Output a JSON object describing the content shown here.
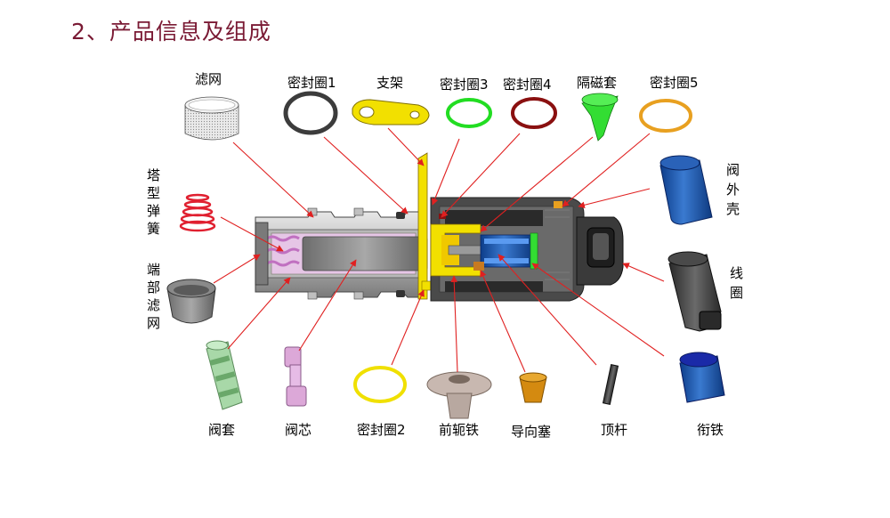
{
  "title": "2、产品信息及组成",
  "labels": {
    "filter_mesh": "滤网",
    "seal_ring_1": "密封圈1",
    "bracket": "支架",
    "seal_ring_3": "密封圈3",
    "seal_ring_4": "密封圈4",
    "magnetic_sleeve": "隔磁套",
    "seal_ring_5": "密封圈5",
    "valve_housing": [
      "阀",
      "外",
      "壳"
    ],
    "coil": [
      "线",
      "圈"
    ],
    "tower_spring": [
      "塔",
      "型",
      "弹",
      "簧"
    ],
    "end_filter": [
      "端",
      "部",
      "滤",
      "网"
    ],
    "valve_sleeve": "阀套",
    "valve_core": "阀芯",
    "seal_ring_2": "密封圈2",
    "front_yoke": "前轭铁",
    "guide_plug": "导向塞",
    "push_rod": "顶杆",
    "armature": "衔铁"
  },
  "colors": {
    "title": "#7a1a34",
    "leader_line": "#e02020",
    "bracket": "#f2e000",
    "seal_ring_3": "#22dd22",
    "seal_ring_4": "#8a1010",
    "magnetic_sleeve": "#33dd33",
    "seal_ring_5": "#e8a020",
    "valve_housing": "#1f5fb8",
    "armature": "#1a2aa8",
    "seal_ring_2": "#f0e000",
    "valve_core": "#dca8d8",
    "valve_sleeve": "#a8d8a8",
    "tower_spring": "#e02030",
    "guide_plug": "#d48a10"
  }
}
